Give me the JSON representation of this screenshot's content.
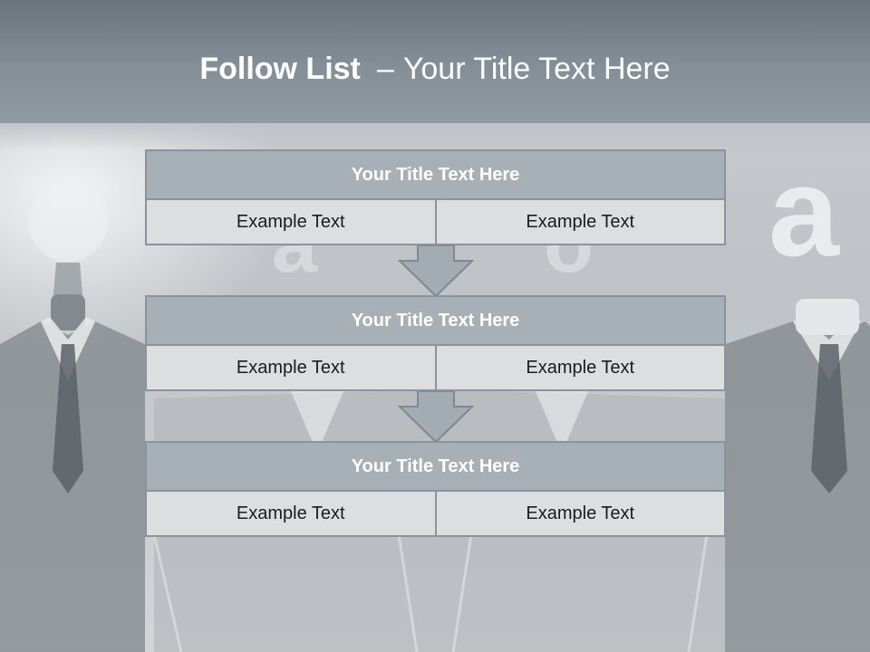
{
  "title": {
    "bold": "Follow List",
    "separator": "–",
    "normal": "Your Title Text Here"
  },
  "blocks": [
    {
      "heading": "Your Title Text Here",
      "left": "Example Text",
      "right": "Example Text"
    },
    {
      "heading": "Your Title Text Here",
      "left": "Example Text",
      "right": "Example Text"
    },
    {
      "heading": "Your Title Text Here",
      "left": "Example Text",
      "right": "Example Text"
    }
  ],
  "colors": {
    "header": "#848f97",
    "block_heading": "#a7b0b7",
    "block_cell": "#dcdee0",
    "border": "#8a949c"
  }
}
